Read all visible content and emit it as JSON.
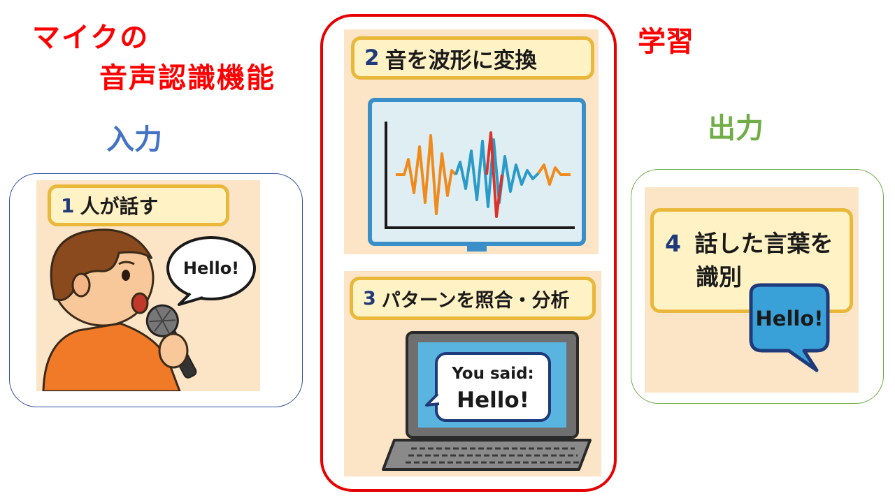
{
  "title": {
    "line1": "マイクの",
    "line2": "音声認識機能"
  },
  "sections": {
    "input": "入力",
    "learning": "学習",
    "output": "出力"
  },
  "steps": [
    {
      "num": "1",
      "text": "人が話す"
    },
    {
      "num": "2",
      "text": "音を波形に変換"
    },
    {
      "num": "3",
      "text": "パターンを照合・分析"
    },
    {
      "num": "4",
      "text": "話した言葉を",
      "text2": "識別"
    }
  ],
  "bubbles": {
    "speaker": "Hello!",
    "laptop_line1": "You said:",
    "laptop_line2": "Hello!",
    "result": "Hello!"
  },
  "colors": {
    "title": "#ff0000",
    "input": "#4472c4",
    "learning": "#ff0000",
    "output": "#70ad47",
    "panel_bg": "#fce5c6",
    "label_border": "#e9b83a"
  }
}
